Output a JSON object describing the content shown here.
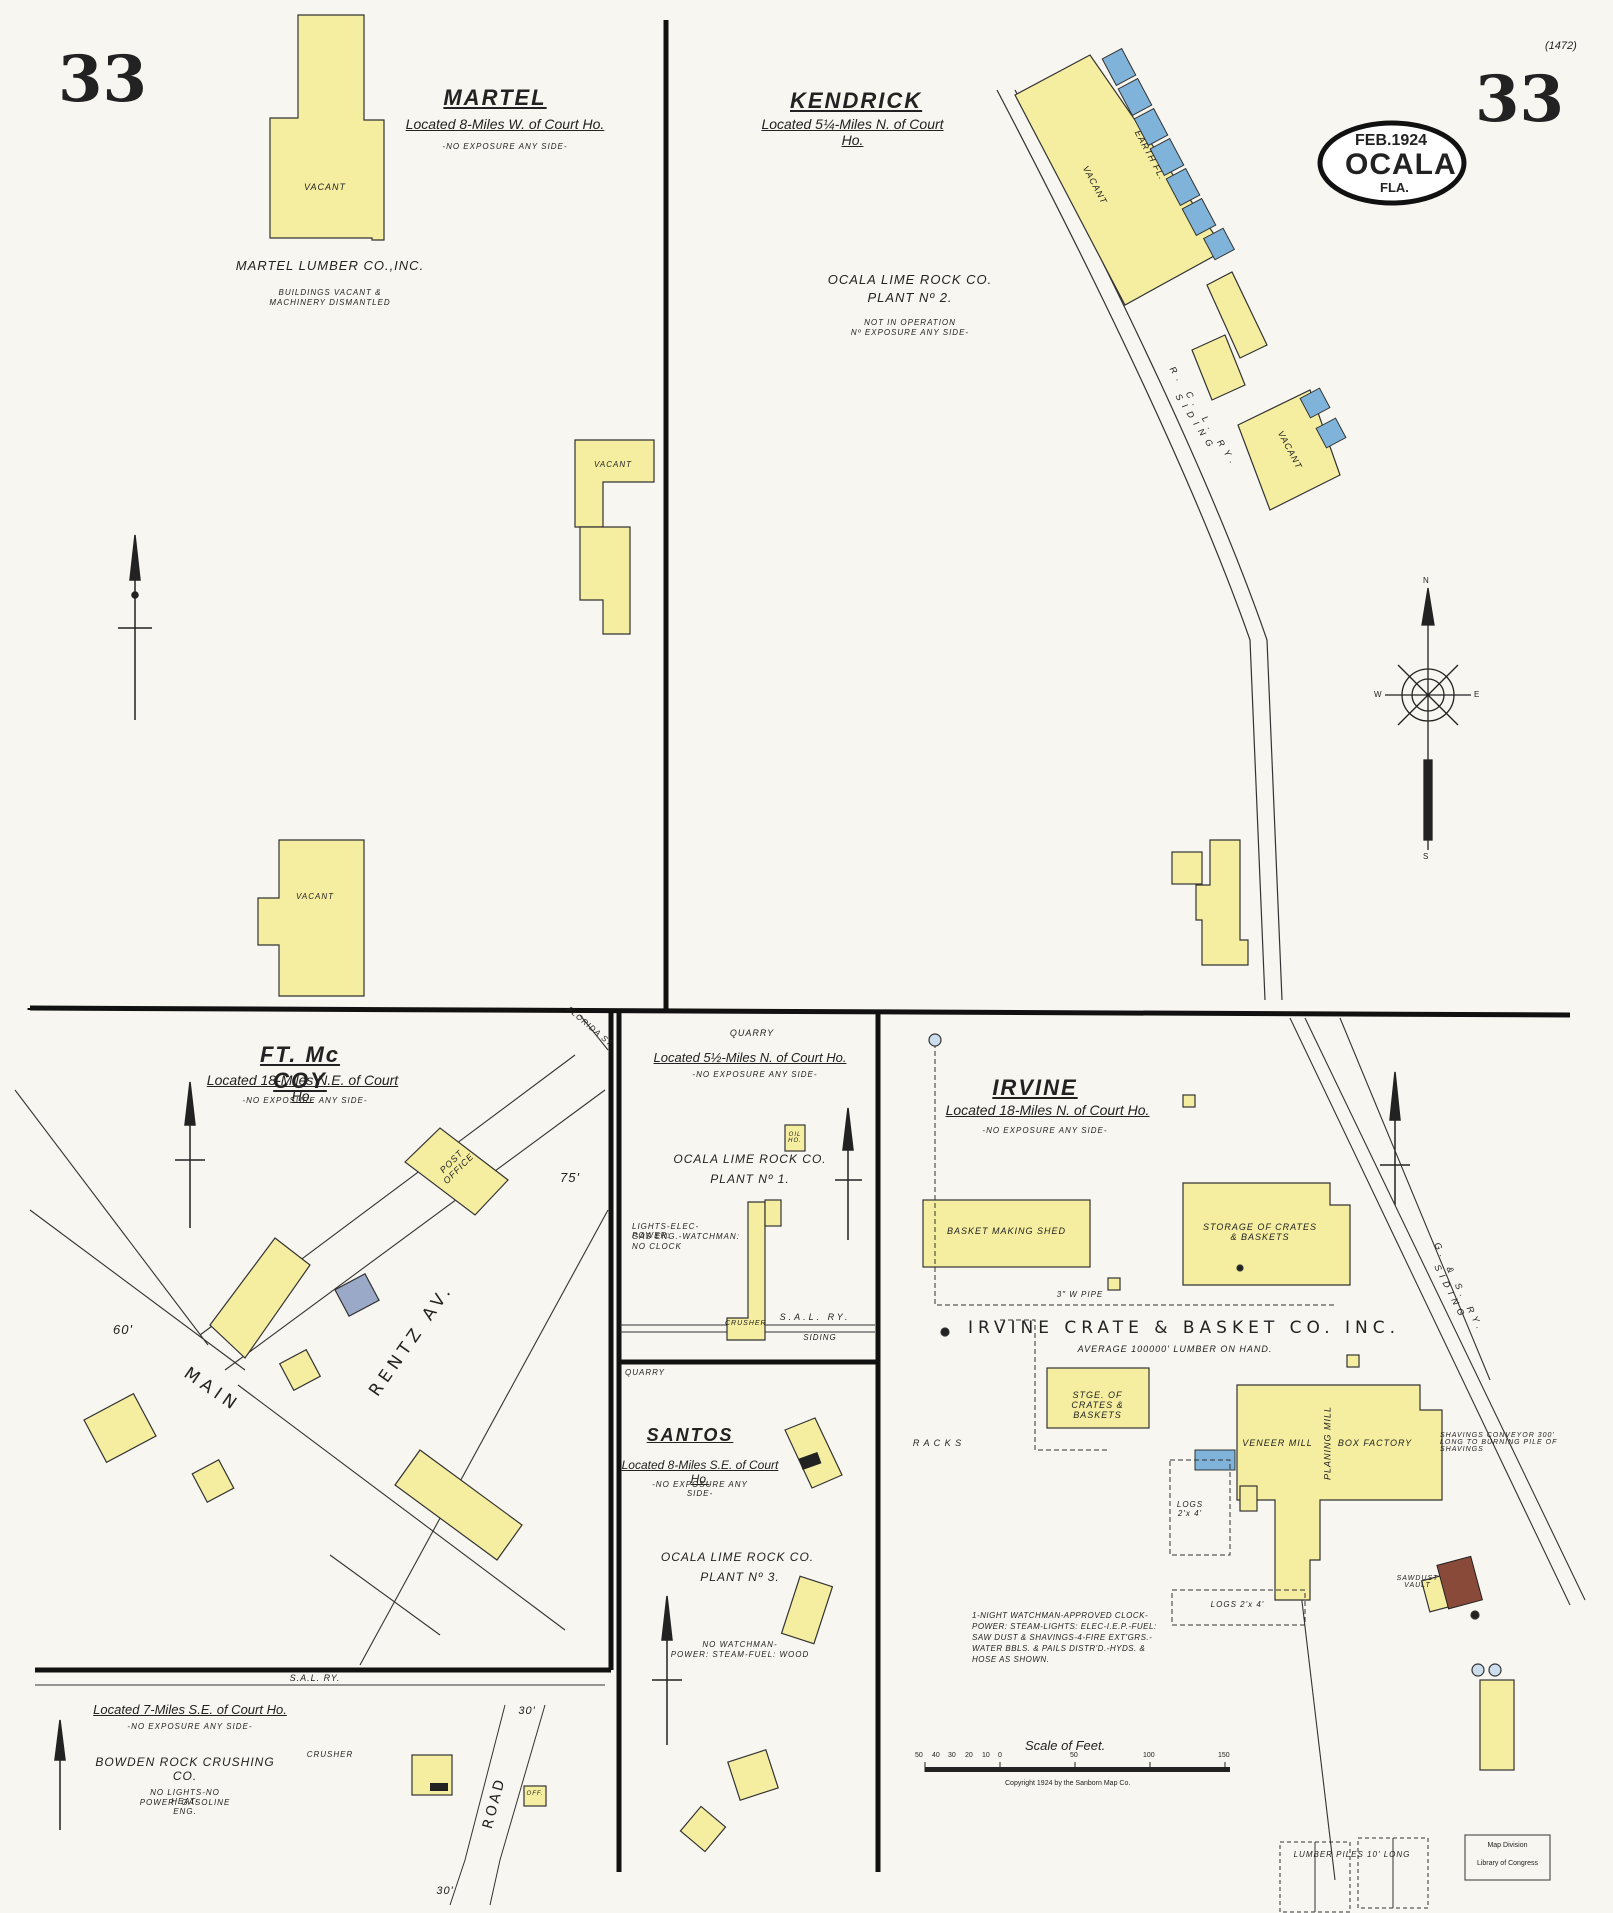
{
  "sheet": {
    "page_number": "33",
    "ref_number": "(1472)",
    "date": "FEB.1924",
    "city": "OCALA",
    "state": "FLA."
  },
  "martel": {
    "title": "MARTEL",
    "location": "Located 8-Miles W. of Court Ho.",
    "exposure": "-NO EXPOSURE ANY SIDE-",
    "company": "MARTEL LUMBER CO.,INC.",
    "note1": "BUILDINGS VACANT &",
    "note2": "MACHINERY DISMANTLED",
    "vacant": "VACANT"
  },
  "kendrick": {
    "title": "KENDRICK",
    "location": "Located 5¼-Miles N. of Court Ho.",
    "company": "OCALA LIME ROCK CO.",
    "plant": "PLANT Nº 2.",
    "note1": "NOT IN OPERATION",
    "note2": "Nº EXPOSURE ANY SIDE-",
    "siding": "R. C. L. RY. SIDING",
    "vacant": "VACANT",
    "earth_fl": "EARTH FL."
  },
  "ftmccoy": {
    "title": "FT. Mc COY",
    "location": "Located 18-Miles N.E. of Court Ho.",
    "exposure": "-NO EXPOSURE ANY SIDE-",
    "main": "MAIN",
    "rentz": "RENTZ AV.",
    "post_office": "POST OFFICE",
    "florida_st": "FLORIDA ST",
    "dist_75": "75'",
    "dist_60": "60'"
  },
  "plant1": {
    "quarry": "QUARRY",
    "location": "Located 5½-Miles N. of Court Ho.",
    "exposure": "-NO EXPOSURE ANY SIDE-",
    "company": "OCALA LIME ROCK CO.",
    "plant": "PLANT Nº 1.",
    "note1": "LIGHTS-ELEC-POWER:",
    "note2": "GAS ENG.-WATCHMAN:",
    "note3": "NO CLOCK",
    "rail": "S.A.L. RY.",
    "siding": "SIDING",
    "crusher": "CRUSHER",
    "oil": "OIL HO."
  },
  "santos": {
    "quarry": "QUARRY",
    "title": "SANTOS",
    "location": "Located 8-Miles S.E. of Court Ho.",
    "exposure": "-NO EXPOSURE ANY SIDE-",
    "company": "OCALA LIME ROCK CO.",
    "plant": "PLANT Nº 3.",
    "note1": "NO WATCHMAN-",
    "note2": "POWER: STEAM-FUEL: WOOD"
  },
  "bowden": {
    "location": "Located 7-Miles S.E. of Court Ho.",
    "exposure": "-NO EXPOSURE ANY SIDE-",
    "company": "BOWDEN ROCK CRUSHING CO.",
    "note1": "NO LIGHTS-NO HEAT-",
    "note2": "POWER: GASOLINE ENG.",
    "crusher": "CRUSHER",
    "road": "ROAD",
    "rail": "S.A.L. RY.",
    "dist1": "30'",
    "dist2": "30'",
    "off": "OFF."
  },
  "irvine": {
    "title": "IRVINE",
    "location": "Located 18-Miles N. of Court Ho.",
    "exposure": "-NO EXPOSURE ANY SIDE-",
    "company": "IRVINE CRATE & BASKET CO. INC.",
    "lumber": "AVERAGE 100000' LUMBER ON HAND.",
    "basket_shed": "BASKET MAKING SHED",
    "storage": "STORAGE OF CRATES & BASKETS",
    "stge": "STGE. OF CRATES & BASKETS",
    "veneer": "VENEER MILL",
    "planing": "PLANING MILL",
    "box": "BOX FACTORY",
    "racks": "R A C K S",
    "logs1": "LOGS 2'x 4'",
    "logs2": "LOGS 2'x 4'",
    "siding": "G. & S. RY. SIDING",
    "shavings": "SHAVINGS CONVEYOR 300' LONG TO BURNING PILE OF SHAVINGS",
    "pipe": "3\" W PIPE",
    "sawdust": "SAWDUST VAULT",
    "lumber_piles": "LUMBER PILES 10' LONG",
    "notes": [
      "1-NIGHT WATCHMAN-APPROVED CLOCK-",
      "POWER: STEAM-LIGHTS: ELEC-I.E.P.-FUEL:",
      "SAW DUST & SHAVINGS-4-FIRE EXT'GRS.-",
      "WATER BBLS. & PAILS DISTR'D.-HYDS. &",
      "HOSE AS SHOWN."
    ]
  },
  "scale": {
    "title": "Scale of Feet.",
    "ticks": [
      "50",
      "40",
      "30",
      "20",
      "10",
      "0",
      "50",
      "100",
      "150"
    ],
    "copyright": "Copyright 1924 by the Sanborn Map Co."
  },
  "compass": {
    "n": "N",
    "s": "S",
    "e": "E",
    "w": "W"
  },
  "stamp": {
    "line1": "Map Division",
    "line2": "Library of Congress"
  },
  "colors": {
    "frame": "#111111",
    "building": "#f5eea0",
    "brick": "#7fb3d9",
    "paper": "#f7f6f0"
  }
}
